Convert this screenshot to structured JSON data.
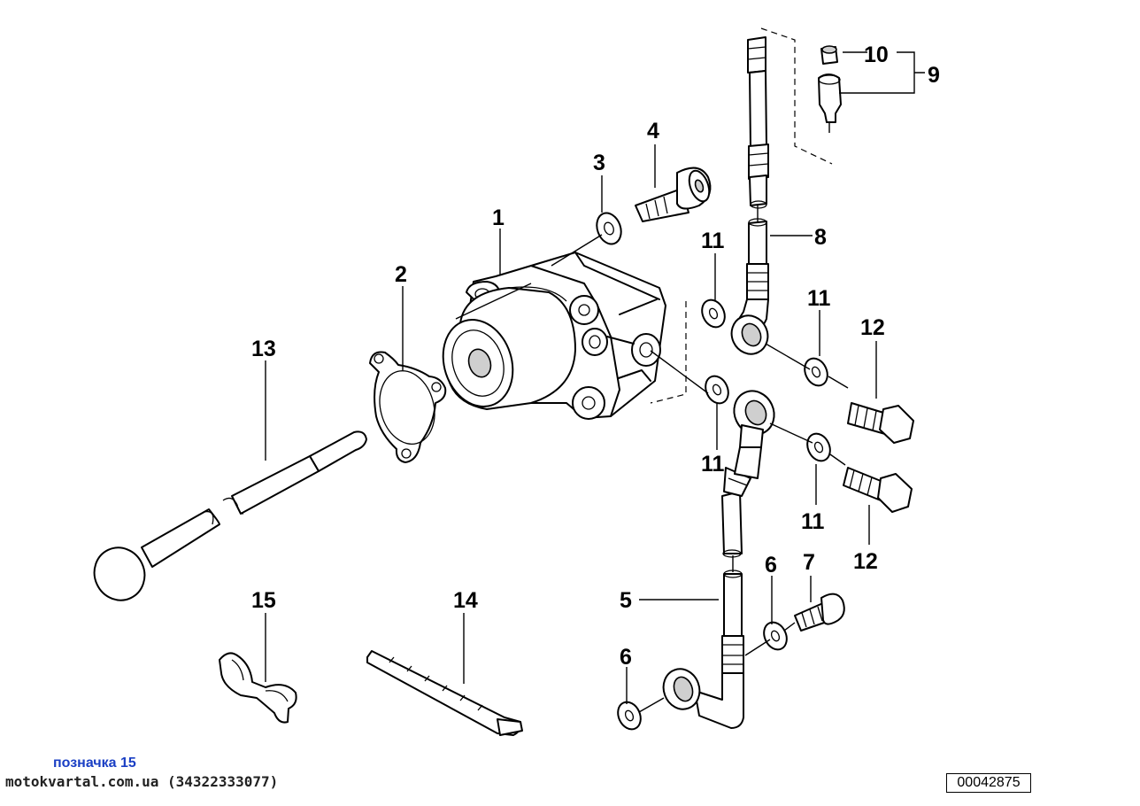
{
  "diagram": {
    "callouts": {
      "c1": "1",
      "c2": "2",
      "c3": "3",
      "c4": "4",
      "c5": "5",
      "c6a": "6",
      "c6b": "6",
      "c7": "7",
      "c8": "8",
      "c9": "9",
      "c10": "10",
      "c11a": "11",
      "c11b": "11",
      "c11c": "11",
      "c11d": "11",
      "c12a": "12",
      "c12b": "12",
      "c13": "13",
      "c14": "14",
      "c15": "15"
    }
  },
  "footer": {
    "ref_label": "позначка 15",
    "site": "motokvartal.com.ua (34322333077)",
    "doc_number": "00042875"
  }
}
